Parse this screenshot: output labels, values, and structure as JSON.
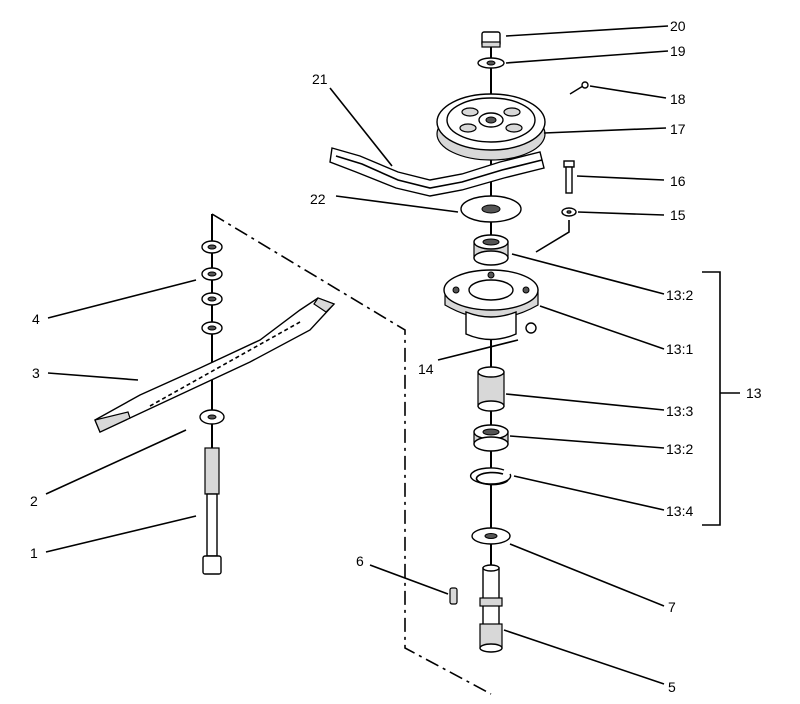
{
  "callouts": {
    "c1": "1",
    "c2": "2",
    "c3": "3",
    "c4": "4",
    "c5": "5",
    "c6": "6",
    "c7": "7",
    "c13": "13",
    "c13_1": "13:1",
    "c13_2a": "13:2",
    "c13_2b": "13:2",
    "c13_3": "13:3",
    "c13_4": "13:4",
    "c14": "14",
    "c15": "15",
    "c16": "16",
    "c17": "17",
    "c18": "18",
    "c19": "19",
    "c20": "20",
    "c21": "21",
    "c22": "22"
  },
  "colors": {
    "line": "#000000",
    "shade": "#d8d8d8",
    "background": "#ffffff"
  }
}
